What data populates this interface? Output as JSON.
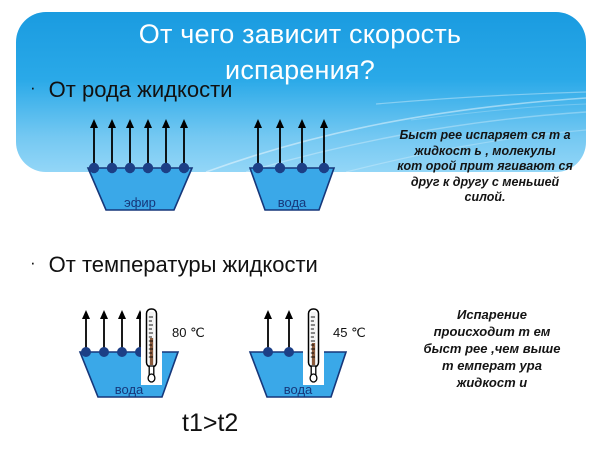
{
  "slide": {
    "title": "От чего зависит скорость\nиспарения?",
    "bullets": [
      {
        "marker": "·",
        "text": "От рода жидкости"
      },
      {
        "marker": "·",
        "text": "От температуры жидкости"
      }
    ],
    "comparison": "t1>t2",
    "notes": [
      "Быст рее испаряет ся т а\nжидкост ь , молекулы\nкот орой прит ягивают ся\nдруг к другу с меньшей\nсилой.",
      "Испарение\nпроисходит  т ем\nбыст рее ,чем выше\nт емперат ура\nжидкост и"
    ],
    "vessels": [
      {
        "id": "ether",
        "label": "эфир",
        "arrows": 6,
        "temperature": ""
      },
      {
        "id": "water-1",
        "label": "вода",
        "arrows": 4,
        "temperature": ""
      },
      {
        "id": "water-hot",
        "label": "вода",
        "arrows": 4,
        "temperature": "80 ℃"
      },
      {
        "id": "water-warm",
        "label": "вода",
        "arrows": 2,
        "temperature": "45 ℃"
      }
    ],
    "colors": {
      "banner_top": "#1a9be0",
      "banner_bottom": "#93d6f7",
      "vessel_fill": "#3aa8e8",
      "vessel_stroke": "#16377a",
      "molecule_dot": "#1c3f86",
      "title_text": "#ffffff",
      "body_text": "#111111",
      "label_text": "#16377a",
      "mercury": "#8a5a3c"
    }
  }
}
